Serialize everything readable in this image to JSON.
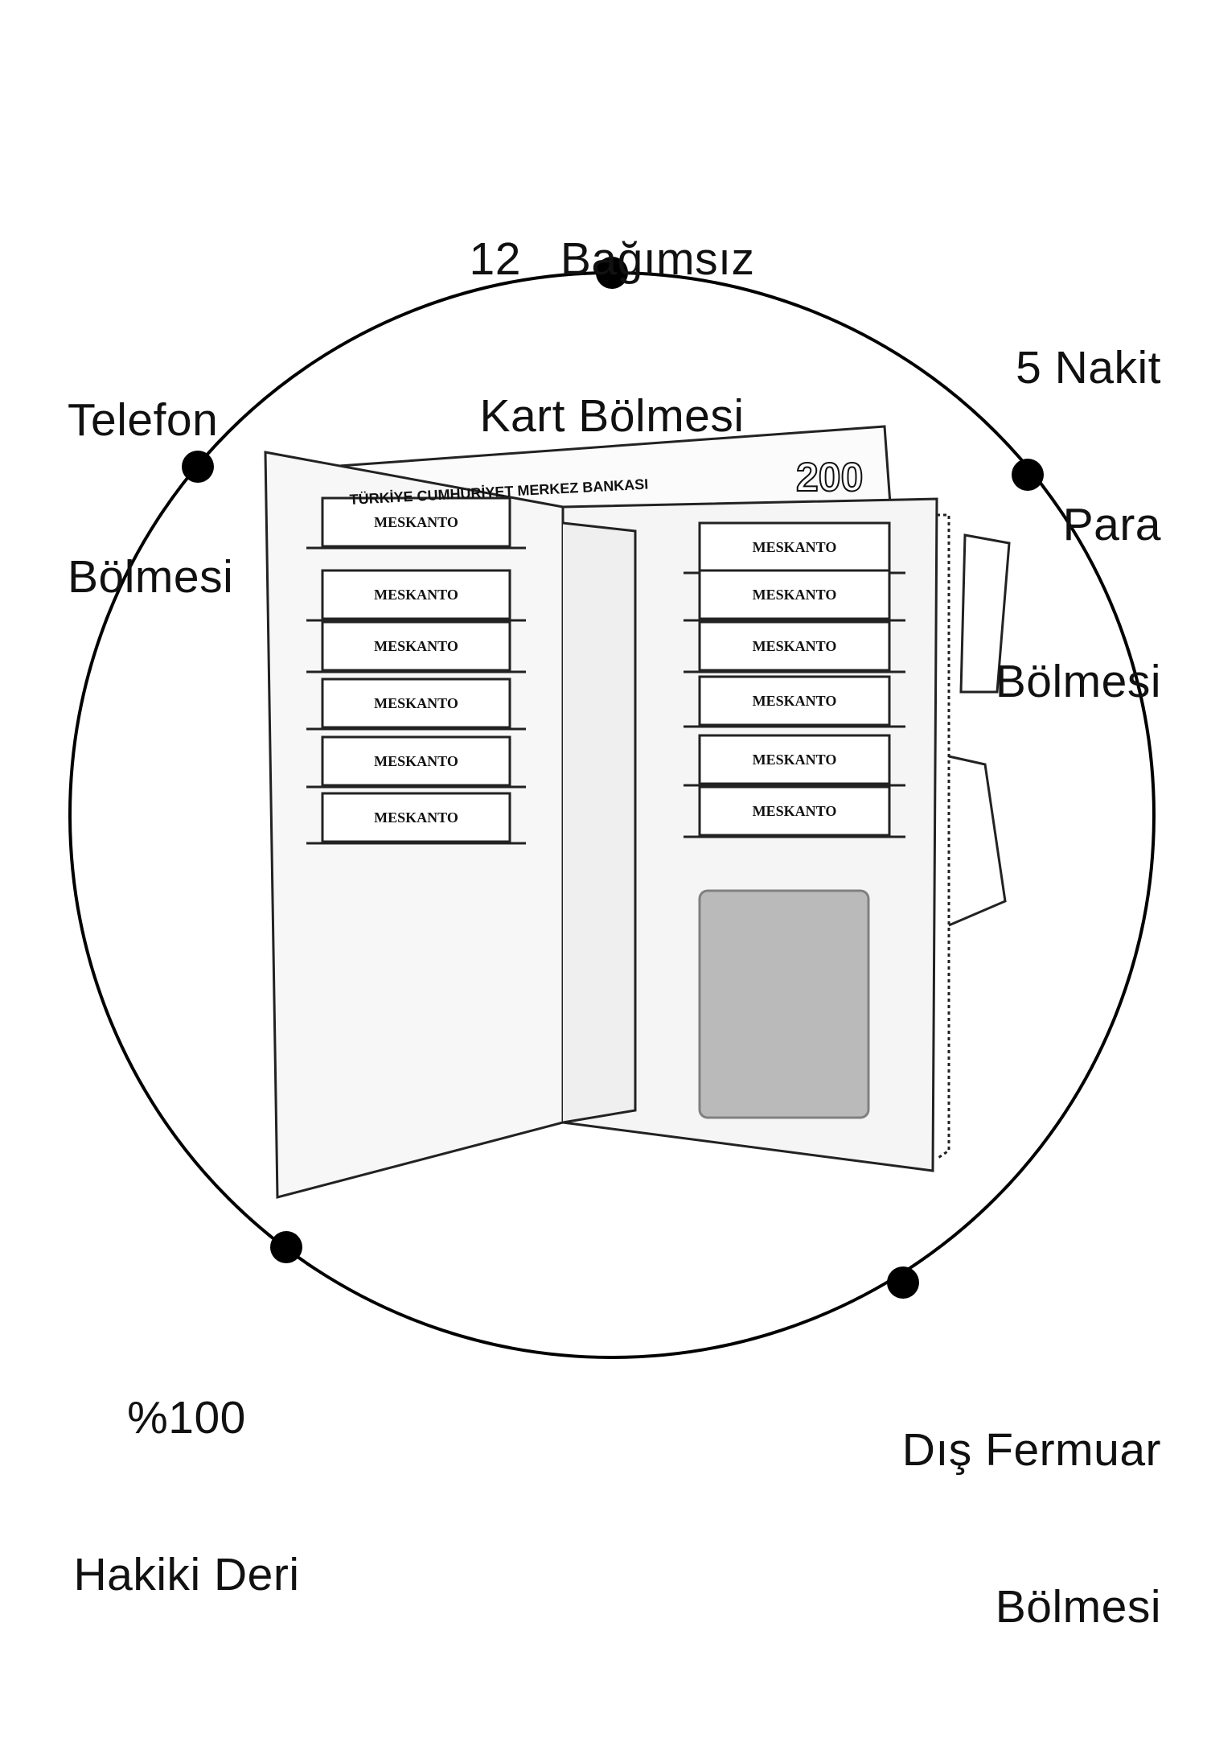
{
  "labels": {
    "cards": {
      "line1": "12   Bağımsız",
      "line2": "Kart Bölmesi"
    },
    "phone": {
      "line1": "Telefon",
      "line2": "Bölmesi"
    },
    "cash": {
      "line1": "5 Nakit",
      "line2": "Para",
      "line3": "Bölmesi"
    },
    "leather": {
      "line1": "%100",
      "line2": "Hakiki Deri"
    },
    "zipper": {
      "line1": "Dış Fermuar",
      "line2": "Bölmesi"
    }
  },
  "product": {
    "banknote_value": "200",
    "banknote_text": "TÜRKİYE CUMHURİYET MERKEZ BANKASI",
    "card_brand": "MESKANTO",
    "left_cards": [
      "MESKANTO",
      "MESKANTO",
      "MESKANTO",
      "MESKANTO",
      "MESKANTO",
      "MESKANTO"
    ],
    "right_cards": [
      "MESKANTO",
      "MESKANTO",
      "MESKANTO",
      "MESKANTO",
      "MESKANTO",
      "MESKANTO"
    ]
  },
  "colors": {
    "ink": "#111111",
    "window": "#8a8a8a"
  }
}
